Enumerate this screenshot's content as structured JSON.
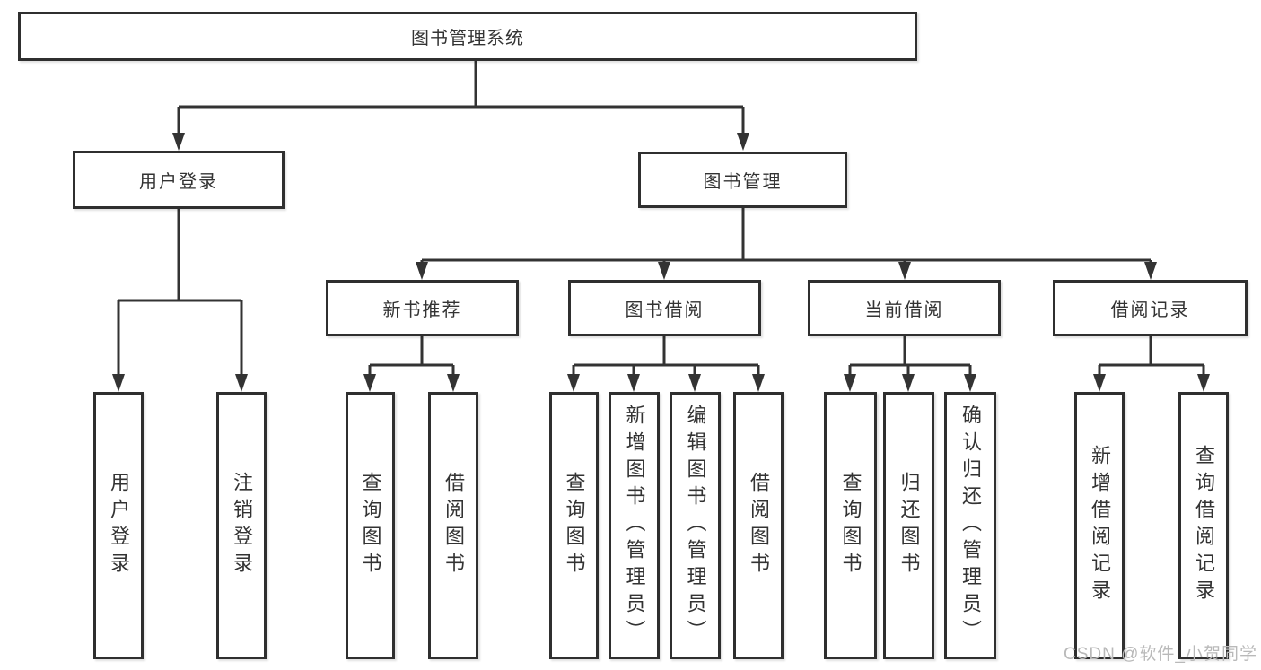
{
  "diagram": {
    "root": {
      "label": "图书管理系统"
    },
    "level2": [
      {
        "id": "user-login",
        "label": "用户登录"
      },
      {
        "id": "book-management",
        "label": "图书管理"
      }
    ],
    "level3": [
      {
        "id": "new-book-recommend",
        "label": "新书推荐",
        "parent": "图书管理"
      },
      {
        "id": "book-borrowing",
        "label": "图书借阅",
        "parent": "图书管理"
      },
      {
        "id": "current-borrowing",
        "label": "当前借阅",
        "parent": "图书管理"
      },
      {
        "id": "borrowing-records",
        "label": "借阅记录",
        "parent": "图书管理"
      }
    ],
    "leaves": [
      {
        "id": "user-login-leaf",
        "label": "用户登录",
        "parent": "用户登录"
      },
      {
        "id": "logout",
        "label": "注销登录",
        "parent": "用户登录"
      },
      {
        "id": "query-books-newbook",
        "label": "查询图书",
        "parent": "新书推荐"
      },
      {
        "id": "borrow-books-newbook",
        "label": "借阅图书",
        "parent": "新书推荐"
      },
      {
        "id": "query-books-borrowing",
        "label": "查询图书",
        "parent": "图书借阅"
      },
      {
        "id": "add-books-admin",
        "label": "新增图书（管理员）",
        "parent": "图书借阅"
      },
      {
        "id": "edit-books-admin",
        "label": "编辑图书（管理员）",
        "parent": "图书借阅"
      },
      {
        "id": "borrow-books-borrowing",
        "label": "借阅图书",
        "parent": "图书借阅"
      },
      {
        "id": "query-books-current",
        "label": "查询图书",
        "parent": "当前借阅"
      },
      {
        "id": "return-books",
        "label": "归还图书",
        "parent": "当前借阅"
      },
      {
        "id": "confirm-return-admin",
        "label": "确认归还（管理员）",
        "parent": "当前借阅"
      },
      {
        "id": "add-borrow-record",
        "label": "新增借阅记录",
        "parent": "借阅记录"
      },
      {
        "id": "query-borrow-record",
        "label": "查询借阅记录",
        "parent": "借阅记录"
      }
    ],
    "line_color": "#333333",
    "box_border_color": "#2f2f2f",
    "box_fill_color": "#ffffff",
    "text_color": "#333333"
  },
  "watermark": {
    "text": "CSDN @软件_小贺同学",
    "color": "#b9b9b9"
  }
}
